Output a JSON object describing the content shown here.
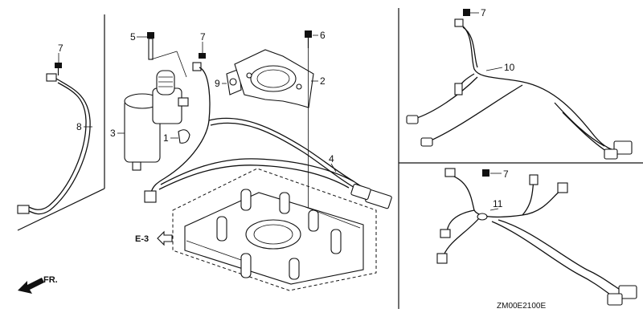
{
  "callouts": {
    "c1": "1",
    "c2": "2",
    "c3": "3",
    "c4": "4",
    "c5": "5",
    "c6": "6",
    "c7a": "7",
    "c7b": "7",
    "c7c": "7",
    "c7d": "7",
    "c8": "8",
    "c9": "9",
    "c10": "10",
    "c11": "11"
  },
  "reference": {
    "label": "E-3"
  },
  "direction": {
    "label": "FR."
  },
  "diagram_code": "ZM00E2100E",
  "colors": {
    "ink": "#111111",
    "paper": "#ffffff"
  },
  "icons": [
    "bolt-icon",
    "arrow-icon",
    "front-arrow-icon",
    "connector-icon"
  ]
}
